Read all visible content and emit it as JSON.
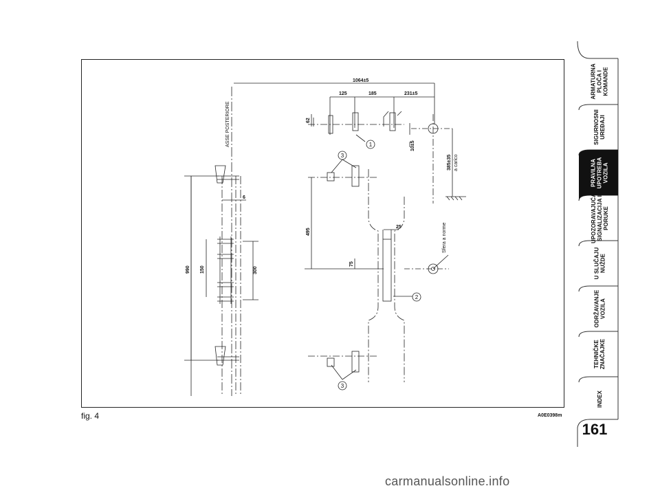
{
  "sidebar": {
    "tabs": [
      {
        "label": "ARMATURNA\nPLOČA I\nKOMANDE",
        "active": false
      },
      {
        "label": "SIGURNOSNI\nUREĐAJI",
        "active": false
      },
      {
        "label": "PRAVILNA\nUPOTREBA\nVOZILA",
        "active": true
      },
      {
        "label": "UPOZORAVAJUĆA\nSIGNALIZACIJA I\nPORUKE",
        "active": false
      },
      {
        "label": "U SLUČAJU\nNUŽDE",
        "active": false
      },
      {
        "label": "ODRŽAVANJE\nVOZILA",
        "active": false
      },
      {
        "label": "TEHNIČKE\nZNAČAJKE",
        "active": false
      },
      {
        "label": "INDEX",
        "active": false
      }
    ],
    "active_color": "#111111"
  },
  "page_number": "161",
  "figure": {
    "caption": "fig. 4",
    "code": "A0E0398m",
    "labels": {
      "overall": "1064±5",
      "d125": "125",
      "d185": "185",
      "d231": "231±5",
      "d62": "62",
      "d10": "10±5",
      "d385": "385±35",
      "a_carico": "a carico",
      "asse": "ASSE POSTERIORE",
      "d6": "6",
      "d990": "990",
      "d150": "150",
      "d300": "300",
      "d495": "495",
      "d25": "25",
      "d75": "75",
      "sfera": "Sfera a norme",
      "c1": "1",
      "c2": "2",
      "c3a": "3",
      "c3b": "3"
    }
  },
  "watermark": "carmanualsonline.info"
}
